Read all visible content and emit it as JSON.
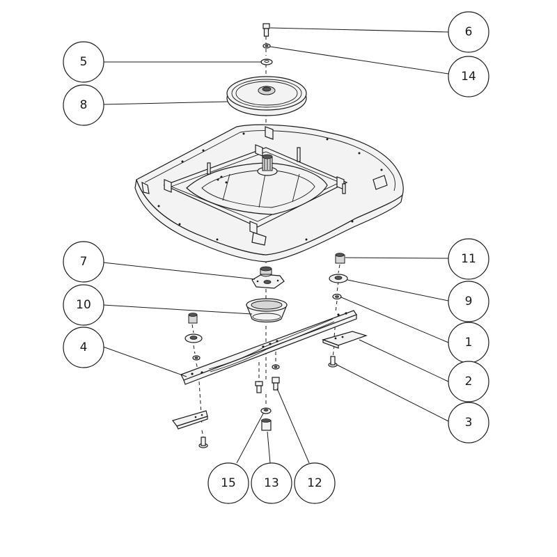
{
  "callouts": [
    {
      "id": "c6",
      "label": "6"
    },
    {
      "id": "c14",
      "label": "14"
    },
    {
      "id": "c5",
      "label": "5"
    },
    {
      "id": "c8",
      "label": "8"
    },
    {
      "id": "c7",
      "label": "7"
    },
    {
      "id": "c10",
      "label": "10"
    },
    {
      "id": "c4",
      "label": "4"
    },
    {
      "id": "c11",
      "label": "11"
    },
    {
      "id": "c9",
      "label": "9"
    },
    {
      "id": "c1",
      "label": "1"
    },
    {
      "id": "c2",
      "label": "2"
    },
    {
      "id": "c3",
      "label": "3"
    },
    {
      "id": "c15",
      "label": "15"
    },
    {
      "id": "c13",
      "label": "13"
    },
    {
      "id": "c12",
      "label": "12"
    }
  ]
}
